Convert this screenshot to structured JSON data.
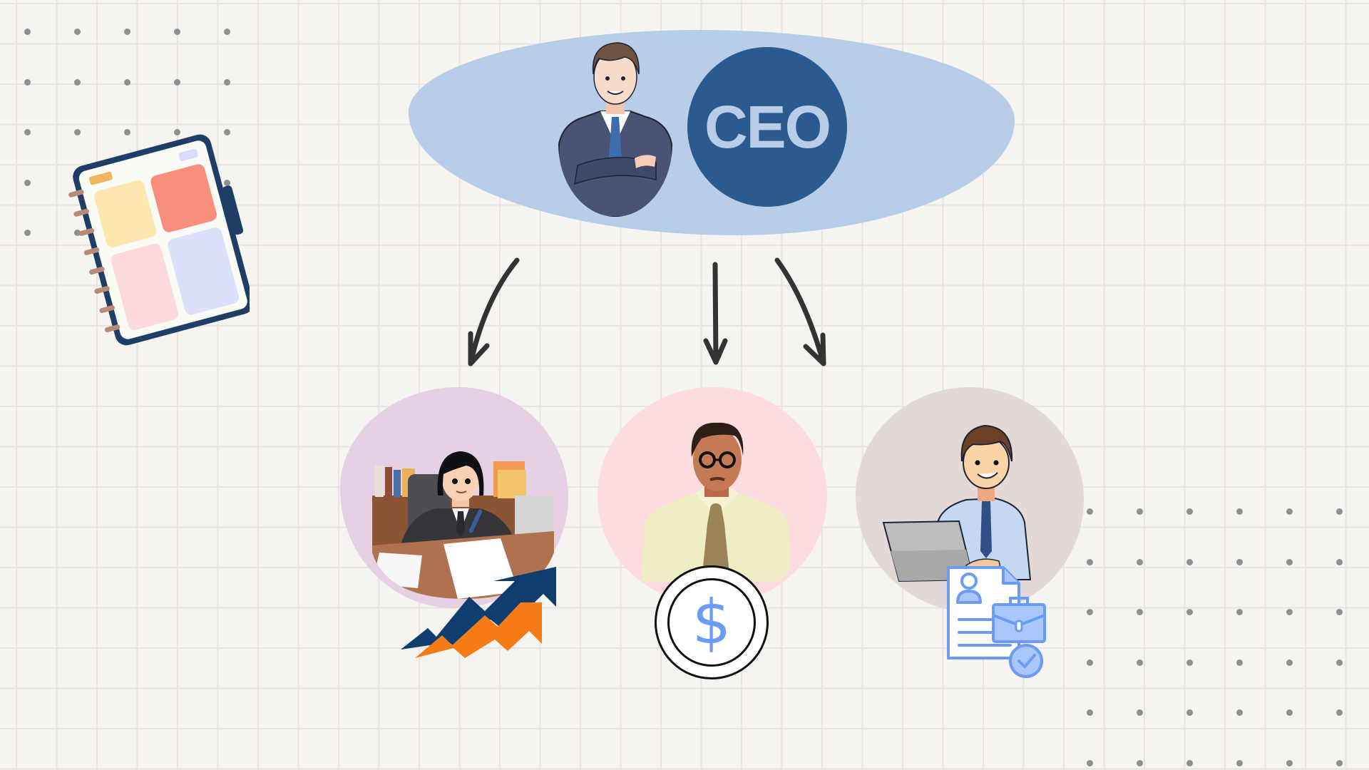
{
  "diagram": {
    "title": "CEO organizational hierarchy",
    "root": {
      "label": "CEO",
      "figure": "businessman-arms-crossed",
      "badge_color": "#2A5A8E",
      "badge_text_color": "#B8CDE8",
      "blob_color": "#B8CDE8"
    },
    "children": [
      {
        "figure": "woman-at-desk-signing-documents",
        "badge_icon": "growth-trend-arrow-icon",
        "bg_color": "#E6D0E3"
      },
      {
        "figure": "man-with-glasses-and-tie",
        "badge_icon": "dollar-coin-icon",
        "badge_symbol": "$",
        "bg_color": "#FCDCDF"
      },
      {
        "figure": "man-typing-on-laptop",
        "badge_icon": "resume-briefcase-check-icon",
        "bg_color": "#E3DAD8"
      }
    ],
    "connectors": [
      "arrow-left-curved",
      "arrow-straight-down",
      "arrow-right-curved"
    ]
  },
  "decorations": {
    "notebook": "spiral-notebook-icon",
    "dot_grids": [
      "top-left",
      "bottom-right"
    ]
  },
  "colors": {
    "background": "#F5F4F1",
    "grid_line": "#E7E4E2",
    "dot": "#8F8F8F",
    "arrow": "#333333",
    "accent_blue": "#6B9BF5",
    "accent_orange": "#F57B17",
    "accent_navy": "#0F3E6E"
  }
}
